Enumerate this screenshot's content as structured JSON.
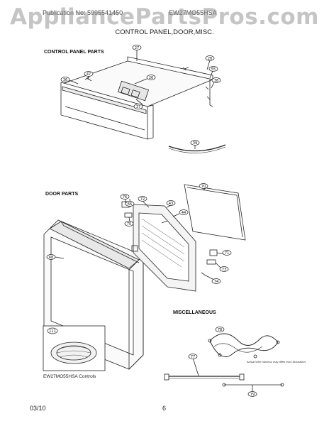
{
  "header": {
    "publication": "Publication No: 5995541450",
    "model": "EW27MO55HSA",
    "watermark": "AppliancePartsPros.com",
    "title": "CONTROL PANEL,DOOR,MISC."
  },
  "sections": {
    "control_panel": "CONTROL PANEL PARTS",
    "door": "DOOR PARTS",
    "misc": "MISCELLANEOUS"
  },
  "callouts": {
    "control": [
      "36",
      "47",
      "27",
      "26",
      "37",
      "28",
      "55",
      "38",
      "39"
    ],
    "door": [
      "76",
      "66",
      "72",
      "70",
      "43",
      "75",
      "44",
      "71",
      "73",
      "74",
      "68"
    ],
    "misc": [
      "111",
      "78",
      "77",
      "79"
    ]
  },
  "notes": {
    "misc_note": "Actual Wire harness may differ from Illustration.",
    "controls_caption": "EW27MO55HSA Controls"
  },
  "footer": {
    "date": "03/10",
    "page": "6"
  }
}
